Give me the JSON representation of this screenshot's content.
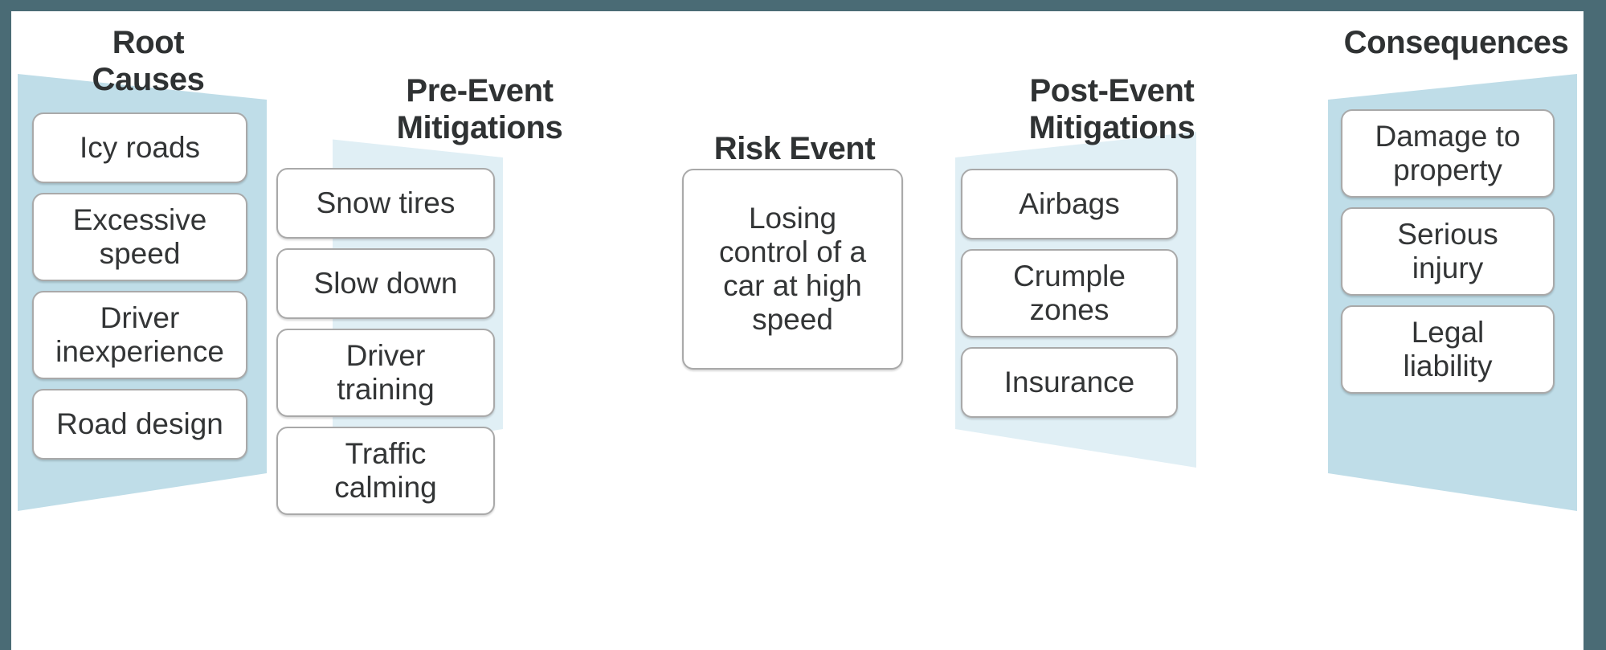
{
  "diagram": {
    "type": "bowtie-risk-analysis",
    "colors": {
      "frame": "#4a6b75",
      "canvas": "#ffffff",
      "band_dark": "#bfdde8",
      "band_light": "#e0eff5",
      "box_fill": "#ffffff",
      "box_border": "#a9a9a9",
      "heading_text": "#2f3233",
      "box_text": "#333536"
    },
    "columns": [
      {
        "id": "root-causes",
        "heading": "Root\nCauses",
        "band": "dark",
        "band_direction": "wide-left",
        "items": [
          {
            "label": "Icy roads"
          },
          {
            "label": "Excessive\nspeed"
          },
          {
            "label": "Driver\ninexperience"
          },
          {
            "label": "Road design"
          }
        ]
      },
      {
        "id": "pre-event-mitigations",
        "heading": "Pre-Event\nMitigations",
        "band": "light",
        "band_direction": "wide-left",
        "items": [
          {
            "label": "Snow tires"
          },
          {
            "label": "Slow down"
          },
          {
            "label": "Driver\ntraining"
          },
          {
            "label": "Traffic\ncalming"
          }
        ]
      },
      {
        "id": "risk-event",
        "heading": "Risk Event",
        "band": "none",
        "band_direction": "none",
        "items": [
          {
            "label": "Losing\ncontrol of a\ncar at high\nspeed"
          }
        ]
      },
      {
        "id": "post-event-mitigations",
        "heading": "Post-Event\nMitigations",
        "band": "light",
        "band_direction": "wide-right",
        "items": [
          {
            "label": "Airbags"
          },
          {
            "label": "Crumple\nzones"
          },
          {
            "label": "Insurance"
          }
        ]
      },
      {
        "id": "consequences",
        "heading": "Consequences",
        "band": "dark",
        "band_direction": "wide-right",
        "items": [
          {
            "label": "Damage to\nproperty"
          },
          {
            "label": "Serious\ninjury"
          },
          {
            "label": "Legal\nliability"
          }
        ]
      }
    ]
  }
}
